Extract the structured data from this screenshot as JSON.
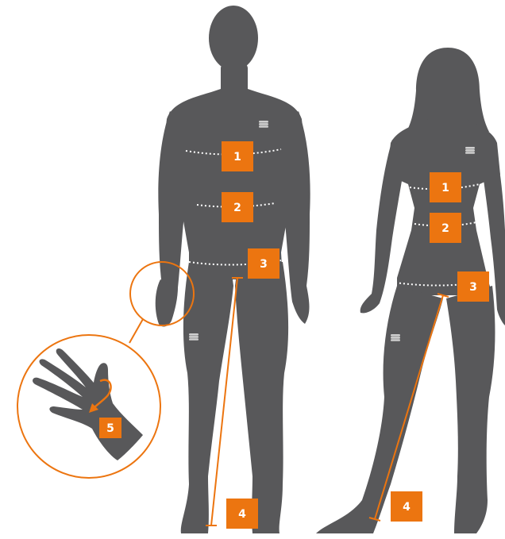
{
  "colors": {
    "silhouette": "#58585a",
    "accent": "#ec7510",
    "measure_line": "#ffffff",
    "logo": "#cfcfcf",
    "background": "#ffffff"
  },
  "icons": {
    "brand_logo": "sportful-s-logo",
    "rotation_arrow": "curved-arrow-icon"
  },
  "male": {
    "chest_label": "1",
    "waist_label": "2",
    "hips_label": "3",
    "inseam_label": "4"
  },
  "female": {
    "chest_label": "1",
    "waist_label": "2",
    "hips_label": "3",
    "inseam_label": "4"
  },
  "hand_detail": {
    "hand_label": "5"
  }
}
